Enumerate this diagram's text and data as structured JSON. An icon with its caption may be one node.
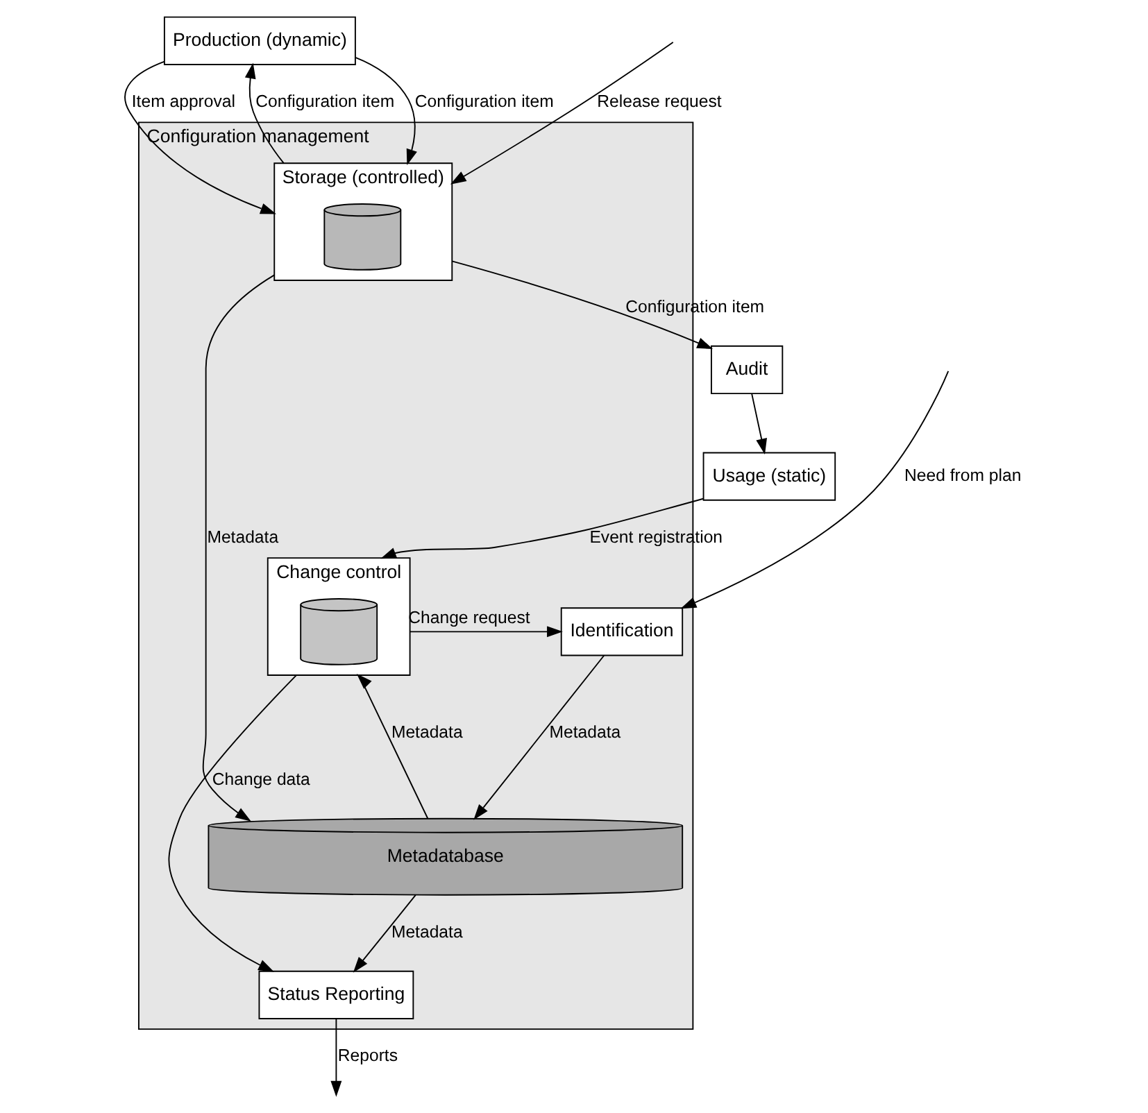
{
  "diagram": {
    "nodes": [
      {
        "text": [
          "Production (dynamic)"
        ]
      },
      {
        "text": [
          "Usage (static)"
        ]
      },
      {
        "text": [
          "Audit"
        ]
      },
      {
        "text": [
          "Configuration management"
        ]
      },
      {
        "text": [
          "Storage (controlled)"
        ],
        "in": 3
      },
      {
        "text": [],
        "shape": "cylinder",
        "in": 4
      },
      {
        "text": [
          "Identification"
        ],
        "in": 3
      },
      {
        "text": [
          "Change control"
        ],
        "in": 3
      },
      {
        "text": [],
        "shape": "cylinder",
        "in": 7
      },
      {
        "text": [
          "Metadatabase"
        ],
        "in": 3
      },
      {
        "text": [
          "Status Reporting"
        ],
        "in": 3
      }
    ],
    "edges": [
      {
        "from": 4,
        "to": 0,
        "arrow": "to",
        "label": "Configuration item"
      },
      {
        "from": 0,
        "to": 4,
        "arrow": "to",
        "label": "Configuration item"
      },
      {
        "from": 0,
        "to": 4,
        "arrow": "to",
        "label": "Item approval"
      },
      {
        "from": null,
        "to": 4,
        "arrow": "to",
        "label": "Release request"
      },
      {
        "from": 4,
        "to": 2,
        "arrow": "to",
        "label": "Configuration item"
      },
      {
        "from": 2,
        "to": 1,
        "arrow": "to"
      },
      {
        "from": 1,
        "to": 7,
        "arrow": "to",
        "label": "Event registration"
      },
      {
        "from": null,
        "to": 6,
        "arrow": "to",
        "label": "Need from plan"
      },
      {
        "from": 7,
        "to": 6,
        "arrow": "to",
        "label": "Change request"
      },
      {
        "from": 4,
        "to": 9,
        "arrow": "to",
        "label": "Metadata"
      },
      {
        "from": 6,
        "to": 9,
        "arrow": "to",
        "label": "Metadata"
      },
      {
        "from": 9,
        "to": 7,
        "arrow": "to",
        "label": "Metadata"
      },
      {
        "from": 9,
        "to": 10,
        "arrow": "to",
        "label": "Metadata"
      },
      {
        "from": 7,
        "to": 10,
        "arrow": "to",
        "label": "Change data"
      },
      {
        "from": 10,
        "to": null,
        "arrow": "to",
        "label": "Reports"
      }
    ]
  }
}
